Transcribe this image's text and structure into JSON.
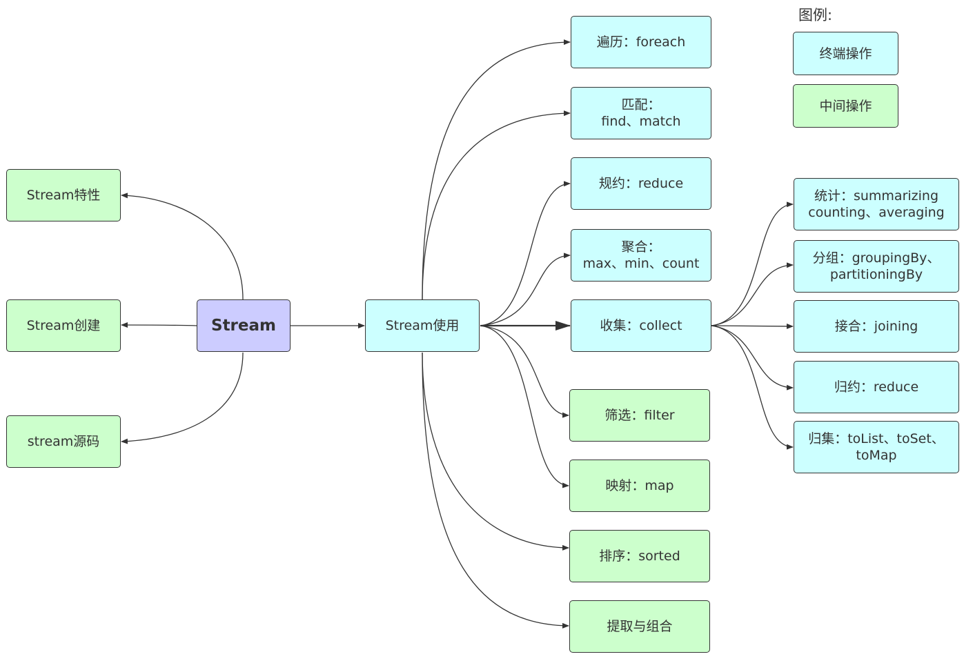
{
  "legend": {
    "title": "图例:",
    "terminal": "终端操作",
    "intermediate": "中间操作"
  },
  "nodes": {
    "root": "Stream",
    "features": "Stream特性",
    "create": "Stream创建",
    "source": "stream源码",
    "usage": "Stream使用",
    "foreach": "遍历：foreach",
    "match_l1": "匹配：",
    "match_l2": "find、match",
    "reduce": "规约：reduce",
    "agg_l1": "聚合：",
    "agg_l2": "max、min、count",
    "collect": "收集：collect",
    "filter": "筛选：filter",
    "map": "映射：map",
    "sorted": "排序：sorted",
    "extract": "提取与组合",
    "stat_l1": "统计：summarizing",
    "stat_l2": "counting、averaging",
    "group_l1": "分组：groupingBy、",
    "group_l2": "partitioningBy",
    "joining": "接合：joining",
    "reduce2": "归约：reduce",
    "tolist_l1": "归集：toList、toSet、",
    "tolist_l2": "toMap"
  },
  "colors": {
    "terminal": "#ccffff",
    "intermediate": "#ccffcc",
    "root": "#ccccff",
    "border": "#333333"
  }
}
